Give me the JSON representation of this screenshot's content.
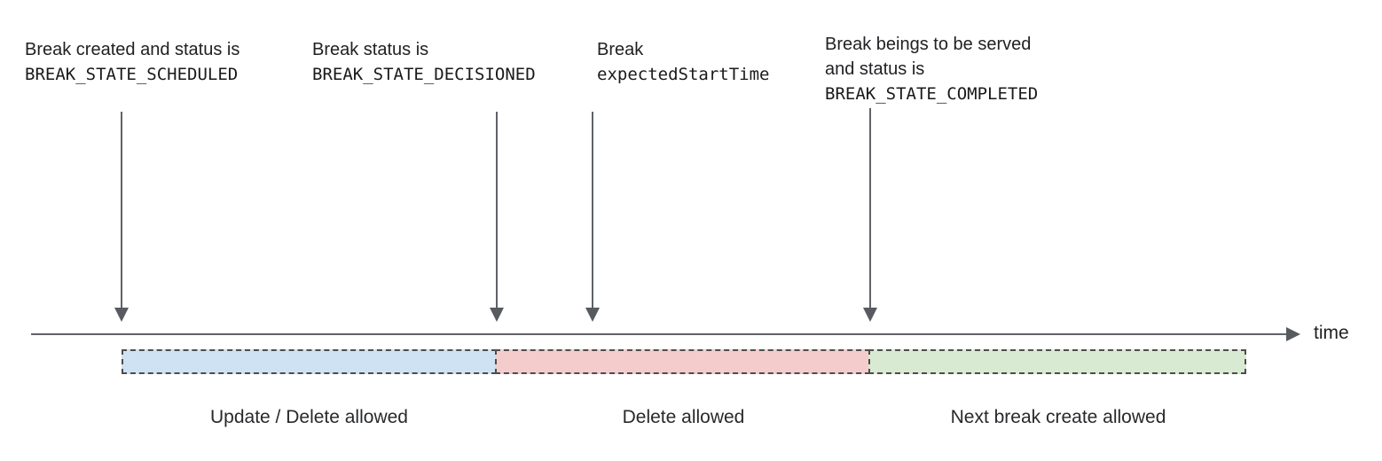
{
  "annotations": {
    "a1": {
      "line1": "Break created and status is",
      "code": "BREAK_STATE_SCHEDULED"
    },
    "a2": {
      "line1": "Break status is",
      "code": "BREAK_STATE_DECISIONED"
    },
    "a3": {
      "line1": "Break",
      "code": "expectedStartTime"
    },
    "a4": {
      "line1": "Break beings to be served",
      "line2": "and status is",
      "code": "BREAK_STATE_COMPLETED"
    }
  },
  "timeline": {
    "axis_label": "time",
    "line_color": "#5f6368"
  },
  "segments": [
    {
      "label": "Update / Delete allowed",
      "fill": "#cfe2f3"
    },
    {
      "label": "Delete allowed",
      "fill": "#f4cccc"
    },
    {
      "label": "Next break create allowed",
      "fill": "#d9ead3"
    }
  ]
}
